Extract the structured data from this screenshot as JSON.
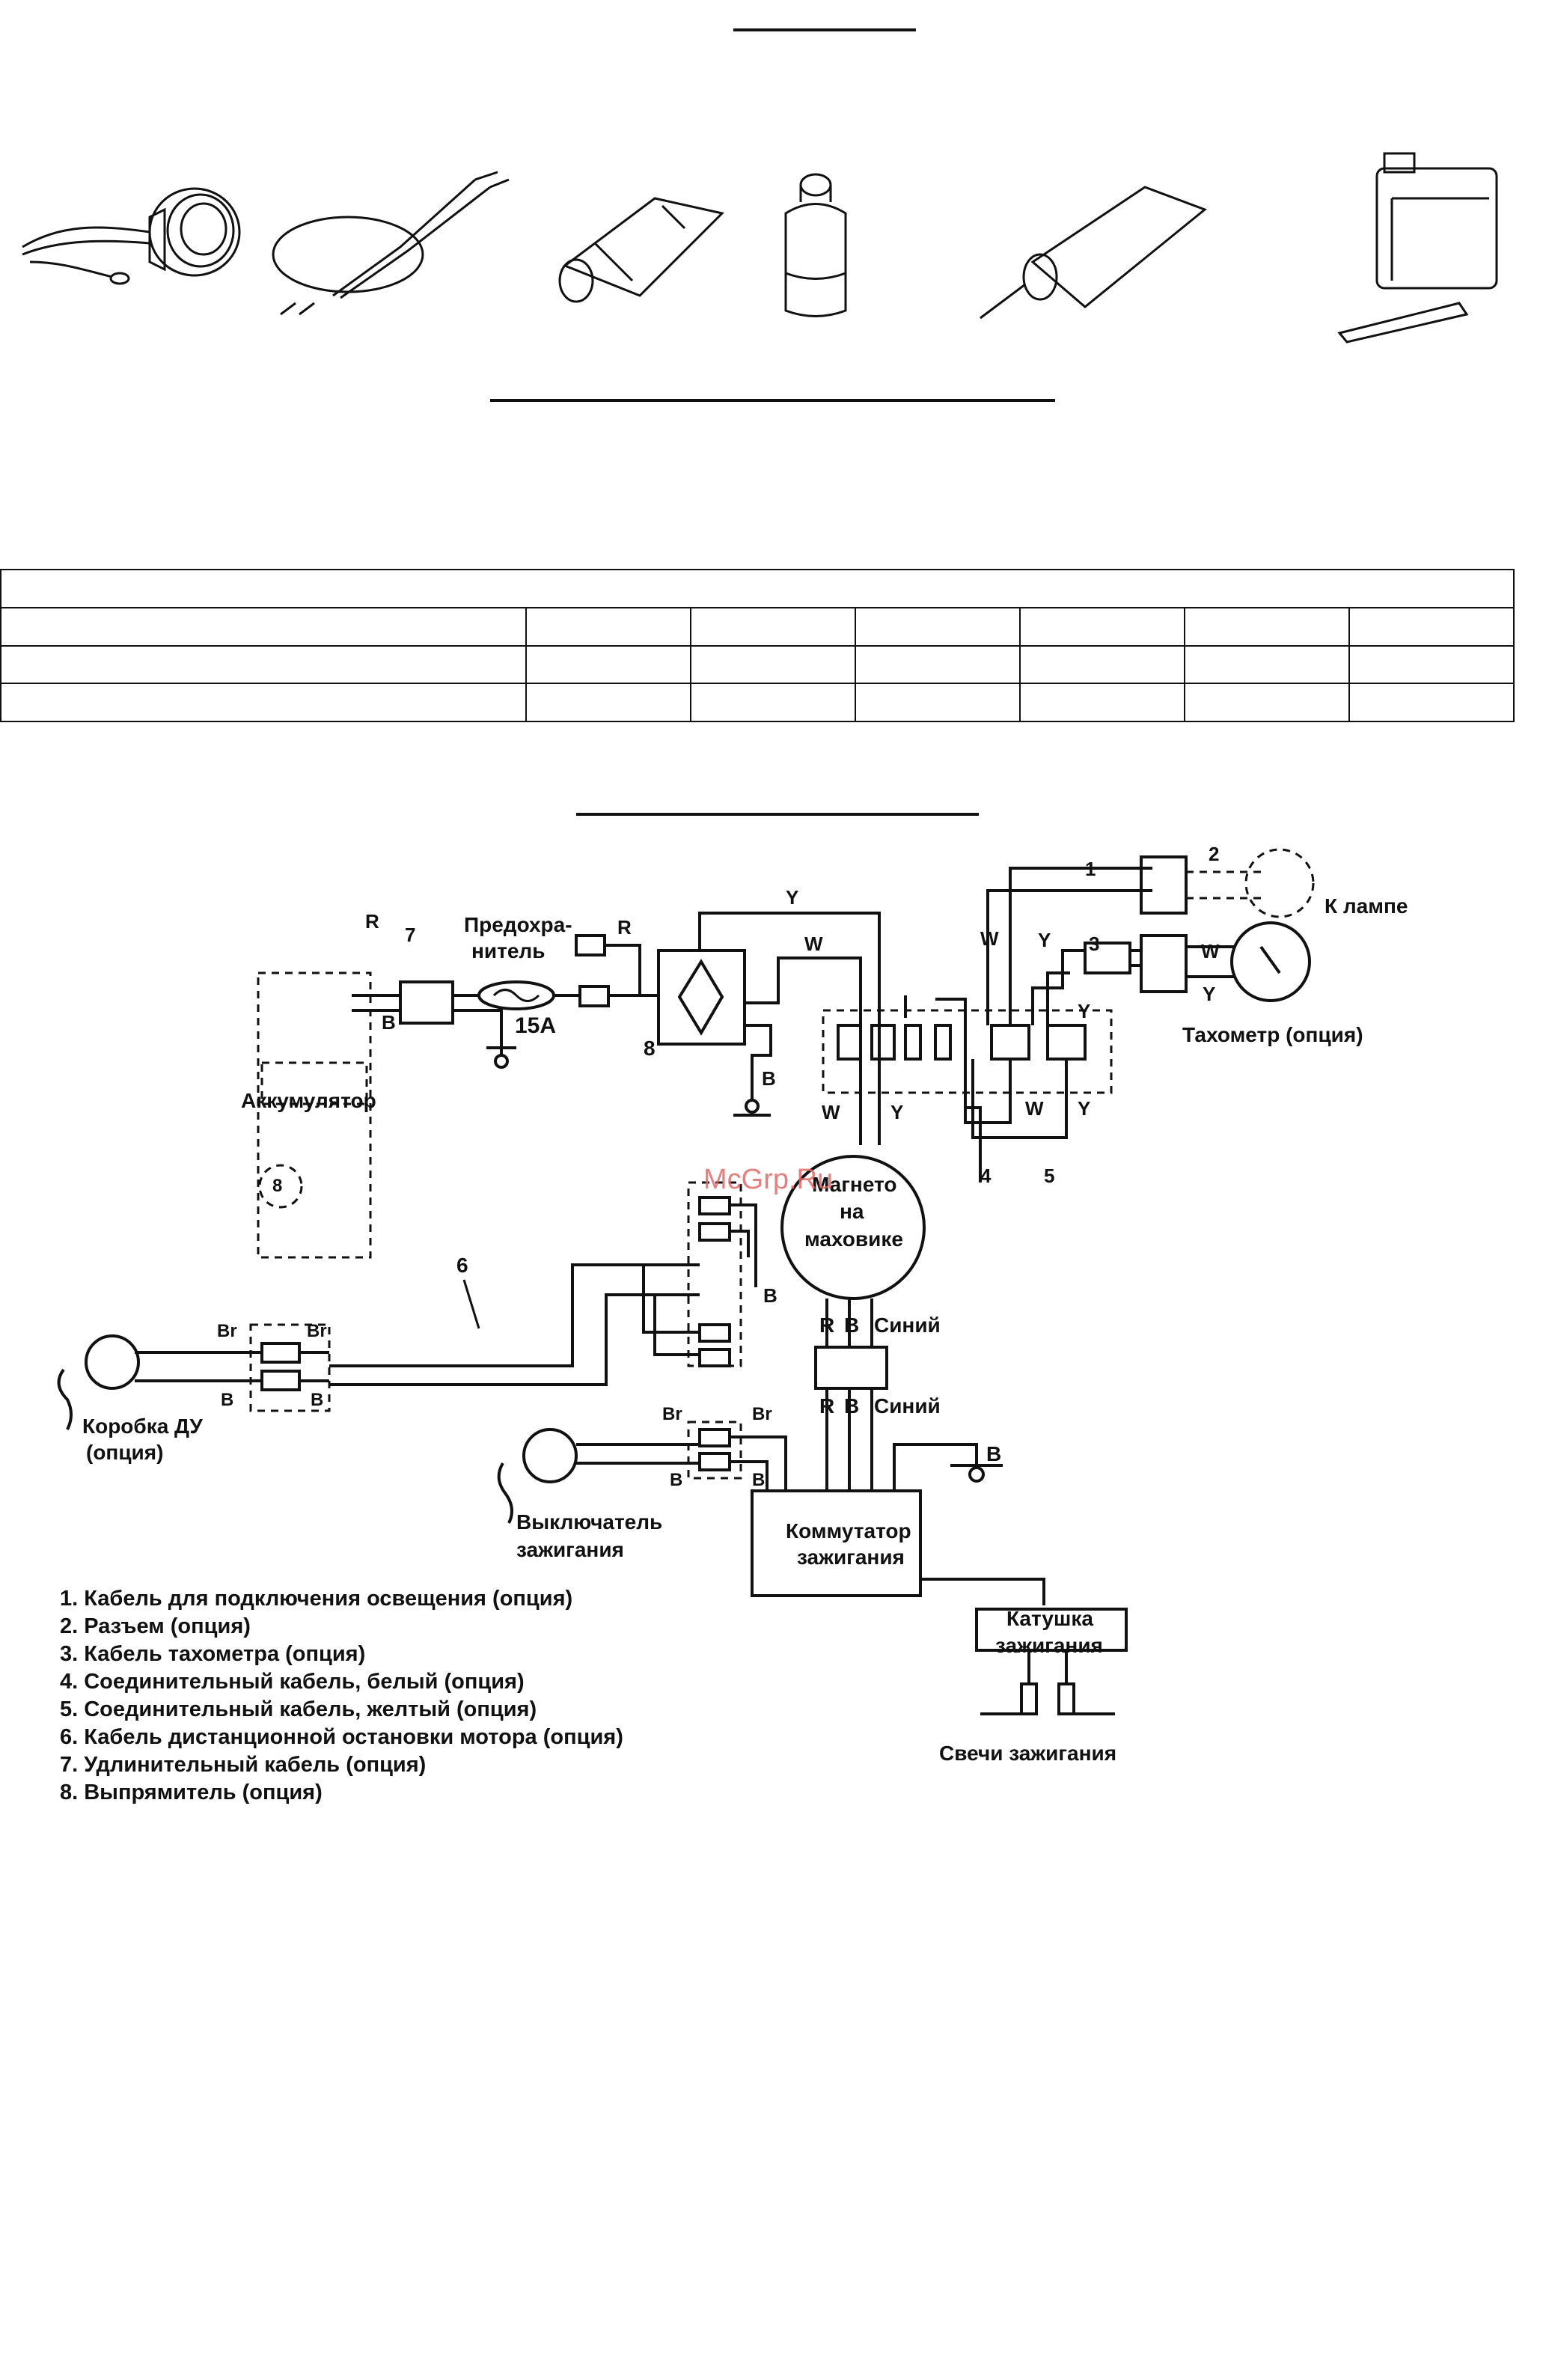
{
  "watermark": "McGrp.Ru",
  "labels": {
    "fuse": [
      "Предохра-",
      "нитель"
    ],
    "fuse_rating": "15A",
    "lamp": "К лампе",
    "tach": "Тахометр (опция)",
    "battery": "Аккумулятор",
    "magneto": [
      "Магнето",
      "на",
      "маховике"
    ],
    "remote_box": [
      "Коробка ДУ",
      "(опция)"
    ],
    "ignition_switch": [
      "Выключатель",
      "зажигания"
    ],
    "cdi": [
      "Коммутатор",
      "зажигания"
    ],
    "coil": [
      "Катушка",
      "зажигания"
    ],
    "plugs": "Свечи зажигания",
    "blue1": "Синий",
    "blue2": "Синий"
  },
  "wire_codes": {
    "R": "R",
    "B": "B",
    "W": "W",
    "Y": "Y",
    "Br": "Br"
  },
  "callouts": [
    "1",
    "2",
    "3",
    "4",
    "5",
    "6",
    "7",
    "8"
  ],
  "legend": [
    "1. Кабель для подключения освещения (опция)",
    "2. Разъем (опция)",
    "3. Кабель тахометра (опция)",
    "4. Соединительный кабель, белый (опция)",
    "5. Соединительный кабель, желтый (опция)",
    "6. Кабель дистанционной остановки мотора (опция)",
    "7. Удлинительный кабель (опция)",
    "8. Выпрямитель (опция)"
  ],
  "icons": [
    "gauge-icon",
    "cable-icon",
    "grease-tube-icon",
    "spray-can-icon",
    "sealant-tube-icon",
    "oil-canister-icon"
  ]
}
